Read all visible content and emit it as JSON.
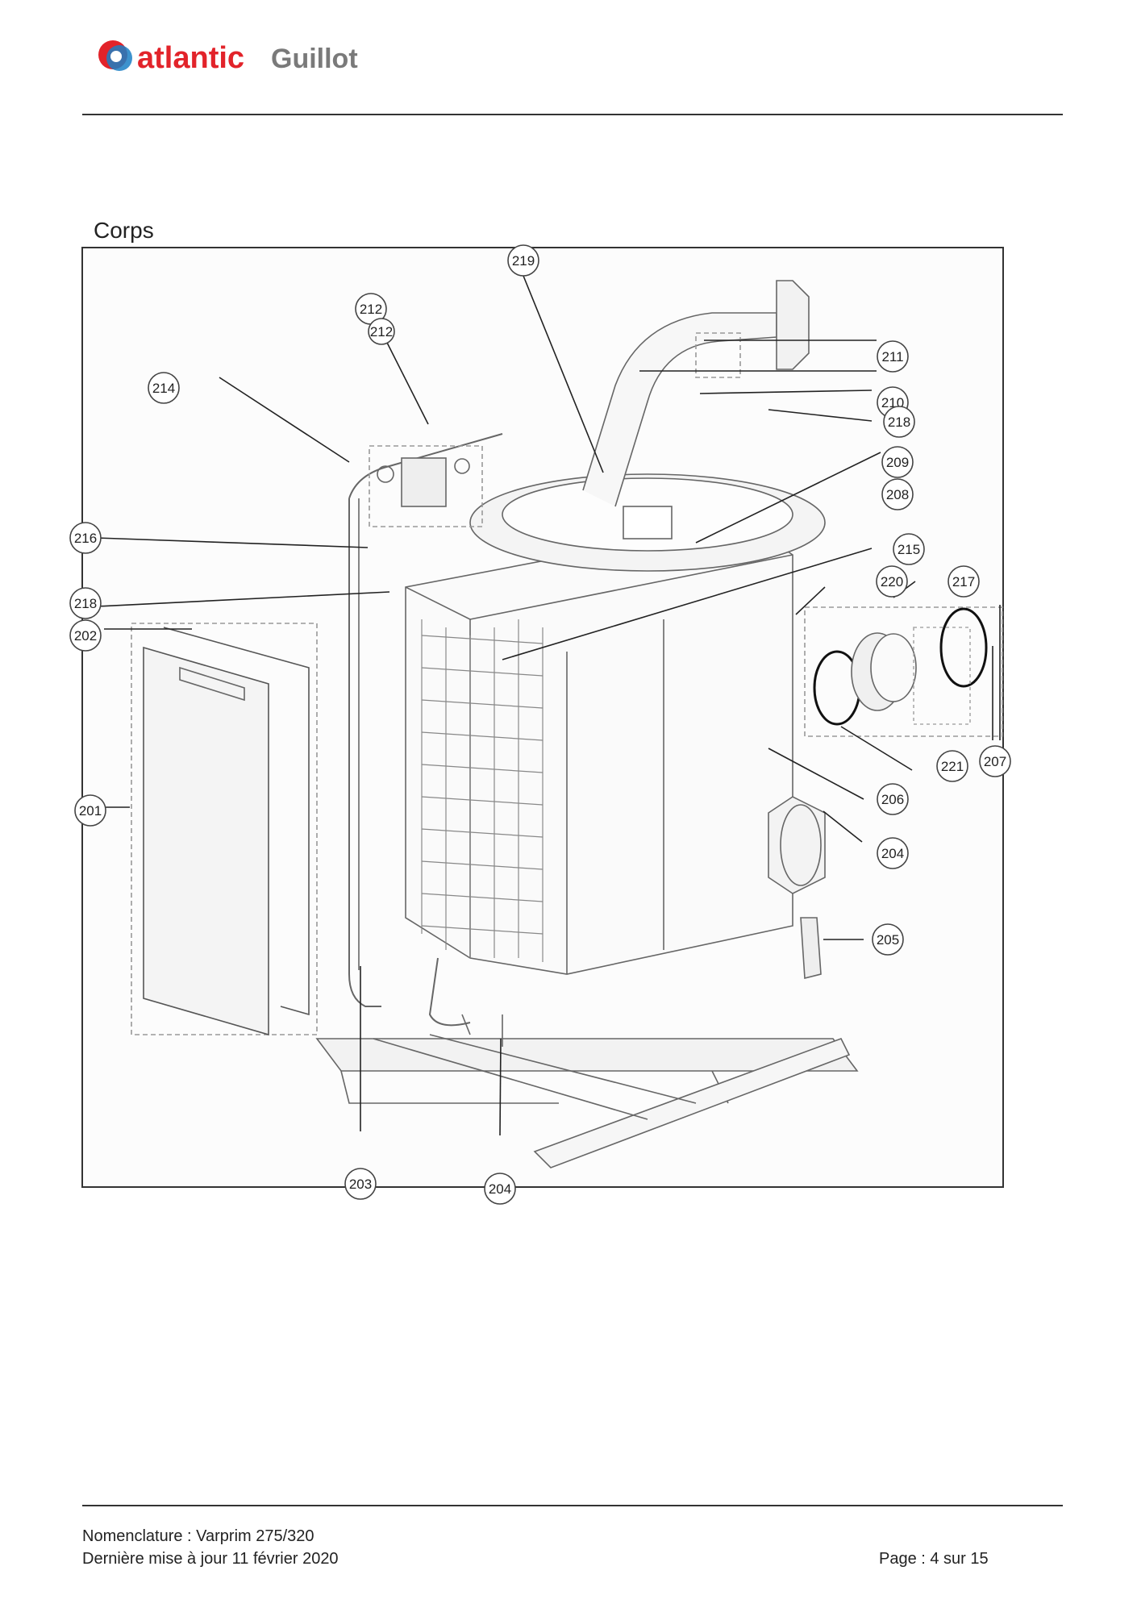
{
  "header": {
    "brand_name": "atlanticGuillot",
    "brand_part1": "atlantic",
    "brand_part2": "Guillot",
    "logo_colors": {
      "red": "#e2232a",
      "blue": "#1b7fc4",
      "wordmark_red": "#e2232a",
      "wordmark_grey": "#7a7a7a"
    }
  },
  "section": {
    "title": "Corps"
  },
  "figure": {
    "callouts": [
      {
        "label": "219"
      },
      {
        "label": "212"
      },
      {
        "label": "212"
      },
      {
        "label": "214"
      },
      {
        "label": "211"
      },
      {
        "label": "210"
      },
      {
        "label": "218"
      },
      {
        "label": "209"
      },
      {
        "label": "208"
      },
      {
        "label": "216"
      },
      {
        "label": "215"
      },
      {
        "label": "220"
      },
      {
        "label": "217"
      },
      {
        "label": "218"
      },
      {
        "label": "202"
      },
      {
        "label": "221"
      },
      {
        "label": "207"
      },
      {
        "label": "201"
      },
      {
        "label": "206"
      },
      {
        "label": "204"
      },
      {
        "label": "205"
      },
      {
        "label": "203"
      },
      {
        "label": "204"
      }
    ]
  },
  "footer": {
    "line1": "Nomenclature : Varprim 275/320",
    "line2": "Dernière mise à jour 11 février 2020",
    "page": "Page : 4 sur 15"
  }
}
